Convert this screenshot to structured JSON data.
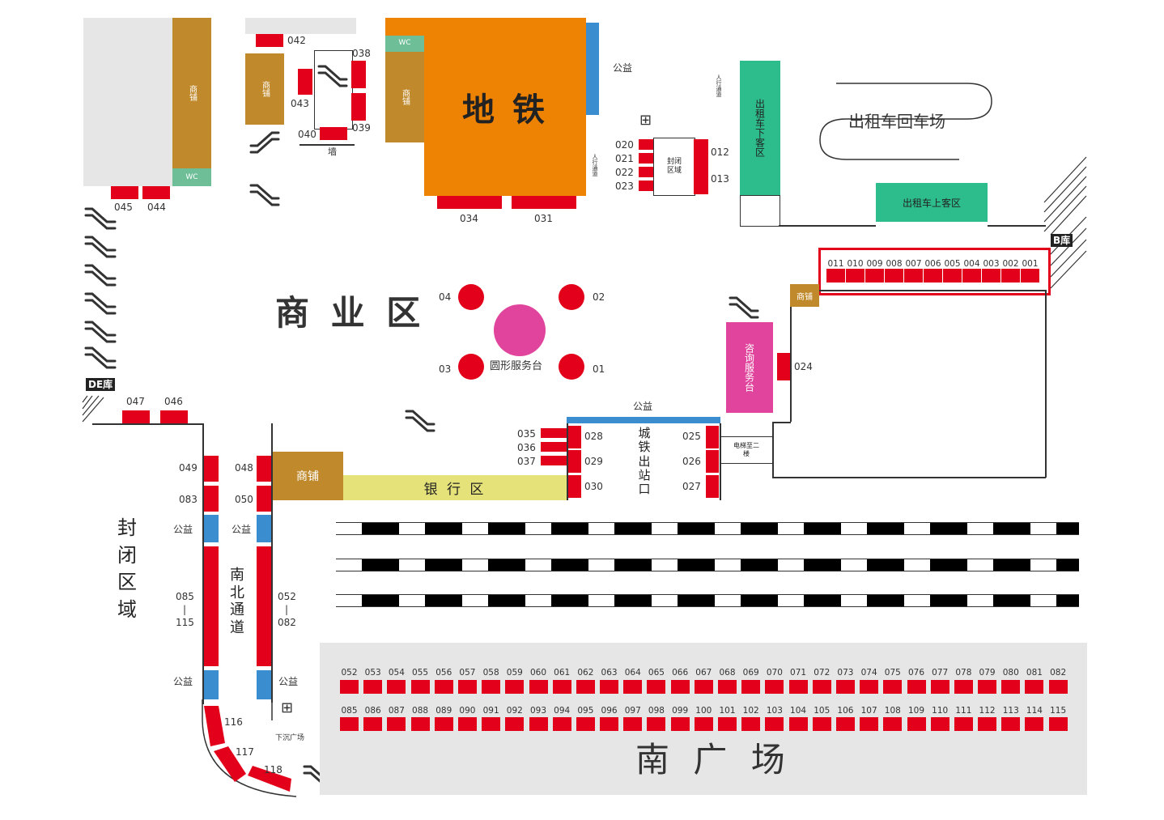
{
  "areas": {
    "metro": "地 铁",
    "commercial": "商 业 区",
    "south_square": "南 广 场",
    "closed_area": "封闭区域",
    "ns_passage": "南北通道",
    "bank": "银 行 区",
    "city_rail_exit": "城铁出站口",
    "taxi_loop": "出租车回车场",
    "taxi_pickup": "出租车上客区",
    "taxi_dropoff": "出租车下客区",
    "info_desk": "咨询服务台",
    "round_desk": "圆形服务台",
    "sealed_area": "封闭区域",
    "wall": "墙",
    "sunken_plaza": "下沉广场",
    "elevator": "电梯至二楼",
    "walkway": "人行通道"
  },
  "labels": {
    "shop": "商铺",
    "shop_vertical": "商铺",
    "wc": "WC",
    "public": "公益",
    "stairs": "楼梯",
    "garage_b": "B库",
    "garage_de": "DE库"
  },
  "stalls": {
    "s042": "042",
    "s038": "038",
    "s043": "043",
    "s040": "040",
    "s039": "039",
    "s045": "045",
    "s044": "044",
    "s034": "034",
    "s031": "031",
    "s020": "020",
    "s021": "021",
    "s022": "022",
    "s023": "023",
    "s012": "012",
    "s013": "013",
    "s04": "04",
    "s02": "02",
    "s03": "03",
    "s01": "01",
    "s024": "024",
    "s047": "047",
    "s046": "046",
    "s035": "035",
    "s036": "036",
    "s037": "037",
    "s028": "028",
    "s029": "029",
    "s030": "030",
    "s025": "025",
    "s026": "026",
    "s027": "027",
    "s049": "049",
    "s083": "083",
    "s048": "048",
    "s050": "050",
    "s085": "085",
    "s115": "115",
    "s052": "052",
    "s082": "082",
    "s116": "116",
    "s117": "117",
    "s118": "118"
  },
  "b_row": [
    "011",
    "010",
    "009",
    "008",
    "007",
    "006",
    "005",
    "004",
    "003",
    "002",
    "001"
  ],
  "south_row1": [
    "052",
    "053",
    "054",
    "055",
    "056",
    "057",
    "058",
    "059",
    "060",
    "061",
    "062",
    "063",
    "064",
    "065",
    "066",
    "067",
    "068",
    "069",
    "070",
    "071",
    "072",
    "073",
    "074",
    "075",
    "076",
    "077",
    "078",
    "079",
    "080",
    "081",
    "082"
  ],
  "south_row2": [
    "085",
    "086",
    "087",
    "088",
    "089",
    "090",
    "091",
    "092",
    "093",
    "094",
    "095",
    "096",
    "097",
    "098",
    "099",
    "100",
    "101",
    "102",
    "103",
    "104",
    "105",
    "106",
    "107",
    "108",
    "109",
    "110",
    "111",
    "112",
    "113",
    "114",
    "115"
  ],
  "colors": {
    "stall_red": "#e2001a",
    "metro_orange": "#ee8203",
    "shop_brown": "#c08a2c",
    "public_blue": "#3a8ecf",
    "taxi_green": "#2dbd8d",
    "info_pink": "#e0449c",
    "bank_yellow": "#e6e27a",
    "highlight": "#e2001a"
  }
}
